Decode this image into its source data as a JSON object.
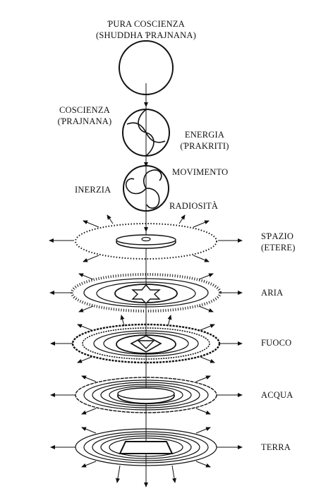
{
  "labels": {
    "pure_consciousness_1": "ƤURA COSCIENZA",
    "pure_consciousness_2": "(SHUDDHA ƤRAJNANA)",
    "consciousness_1": "COSCIENZA",
    "consciousness_2": "(ƤRAJNANA)",
    "energy_1": "ENERGIA",
    "energy_2": "(ƤRAKRITI)",
    "movement": "MOVIMENTO",
    "inertia": "INERZIA",
    "radiance": "RADIOSITÀ",
    "space_1": "SƤAZIO",
    "space_2": "(ETERE)",
    "air": "ARIA",
    "fire": "FUOCO",
    "water": "ACQUA",
    "earth": "TERRA"
  }
}
